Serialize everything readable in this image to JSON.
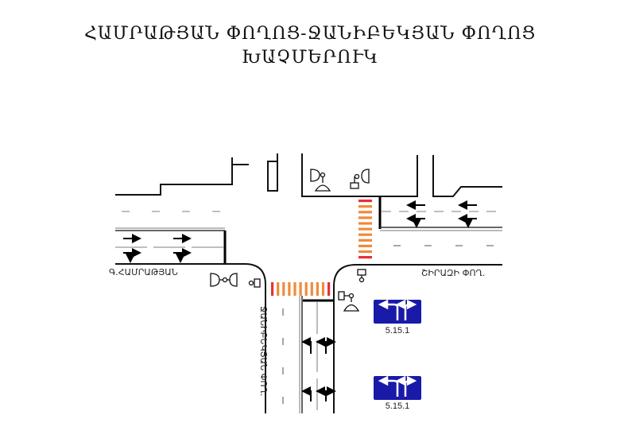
{
  "title": {
    "line1": "ՀԱՄՐԱԹՅԱՆ ՓՈՂՈՑ-ՋԱՆԻԲԵԿՅԱՆ ՓՈՂՈՑ",
    "line2": "ԽԱՉՄԵՐՈՒԿ"
  },
  "streets": {
    "west": "Գ.ՀԱՄՐԱԹՅԱՆ",
    "east": "ՇԻՐԱԶԻ ՓՈՂ.",
    "south": "ՋԱՆԻԲԵԿՅԱՆ ՓՈՂ."
  },
  "signs": [
    {
      "code": "5.15.1"
    },
    {
      "code": "5.15.1"
    }
  ],
  "colors": {
    "sign_blue": "#1a1aa8",
    "crosswalk_orange": "#f08a3c",
    "crosswalk_red": "#e8303a"
  }
}
